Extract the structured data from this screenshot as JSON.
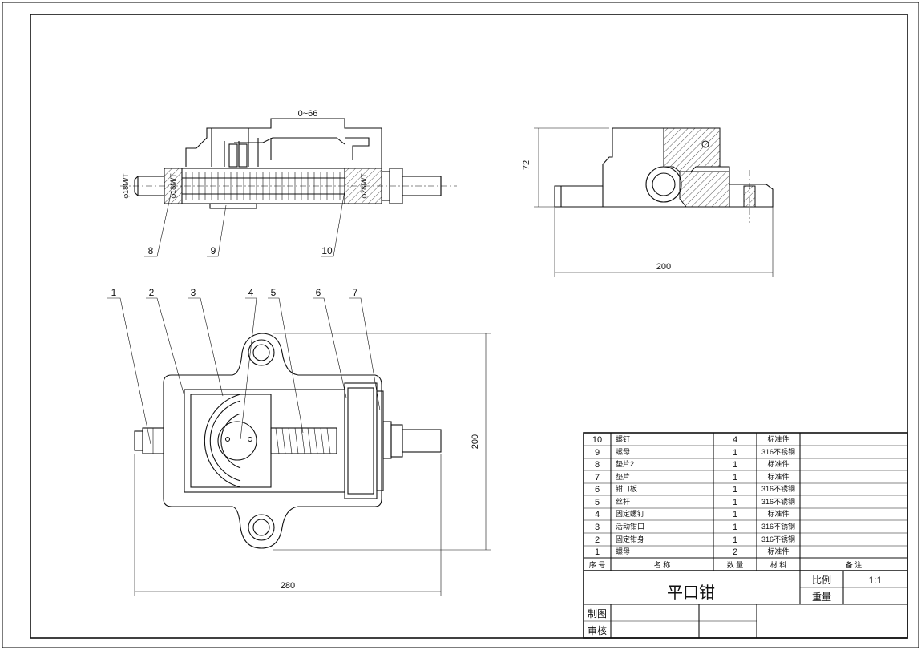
{
  "drawing": {
    "dims": {
      "stroke_range": "0~66",
      "height_72": "72",
      "width_200_side": "200",
      "height_200_plan": "200",
      "length_280": "280"
    },
    "front_labels": {
      "thread_left": "φ18M/T",
      "thread_right": "φ28M/T"
    },
    "balloons_top": [
      "8",
      "9",
      "10"
    ],
    "balloons_plan": [
      "1",
      "2",
      "3",
      "4",
      "5",
      "6",
      "7"
    ]
  },
  "bom": {
    "rows": [
      {
        "no": "10",
        "name": "螺钉",
        "qty": "4",
        "material": "标准件",
        "note": ""
      },
      {
        "no": "9",
        "name": "螺母",
        "qty": "1",
        "material": "316不锈钢",
        "note": ""
      },
      {
        "no": "8",
        "name": "垫片2",
        "qty": "1",
        "material": "标准件",
        "note": ""
      },
      {
        "no": "7",
        "name": "垫片",
        "qty": "1",
        "material": "标准件",
        "note": ""
      },
      {
        "no": "6",
        "name": "钳口板",
        "qty": "1",
        "material": "316不锈钢",
        "note": ""
      },
      {
        "no": "5",
        "name": "丝杆",
        "qty": "1",
        "material": "316不锈钢",
        "note": ""
      },
      {
        "no": "4",
        "name": "固定螺钉",
        "qty": "1",
        "material": "标准件",
        "note": ""
      },
      {
        "no": "3",
        "name": "活动钳口",
        "qty": "1",
        "material": "316不锈钢",
        "note": ""
      },
      {
        "no": "2",
        "name": "固定钳身",
        "qty": "1",
        "material": "316不锈钢",
        "note": ""
      },
      {
        "no": "1",
        "name": "螺母",
        "qty": "2",
        "material": "标准件",
        "note": ""
      }
    ],
    "headers": {
      "no": "序 号",
      "name": "名 称",
      "qty": "数 量",
      "material": "材 料",
      "note": "备 注"
    }
  },
  "title_block": {
    "title": "平口钳",
    "scale_label": "比例",
    "scale_value": "1:1",
    "weight_label": "重量",
    "drawn_label": "制图",
    "checked_label": "审核"
  }
}
